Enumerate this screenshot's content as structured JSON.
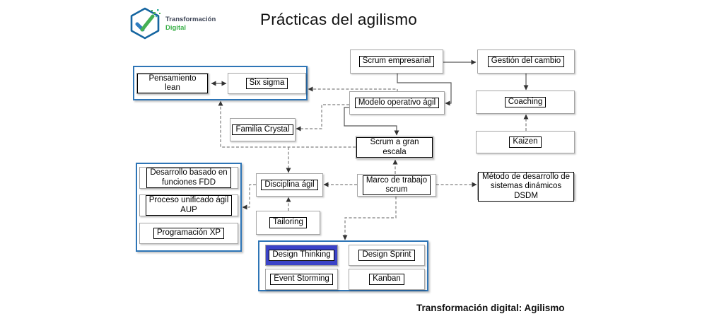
{
  "header": {
    "logo": {
      "line1": "Transformación",
      "line2": "Digital"
    },
    "title": "Prácticas del agilismo"
  },
  "nodes": {
    "scrum_empresarial": "Scrum empresarial",
    "gestion_del_cambio": "Gestión del cambio",
    "modelo_operativo_agil": "Modelo operativo ágil",
    "coaching": "Coaching",
    "kaizen": "Kaizen",
    "pensamiento_lean": "Pensamiento lean",
    "six_sigma": "Six sigma",
    "familia_crystal": "Familia Crystal",
    "scrum_a_gran_escala": "Scrum a gran escala",
    "disciplina_agil": "Disciplina ágil",
    "marco_de_trabajo_scrum": "Marco de trabajo\nscrum",
    "dsdm": "Método de desarrollo de\nsistemas dinámicos DSDM",
    "fdd": "Desarrollo basado en\nfunciones FDD",
    "aup": "Proceso unificado ágil\nAUP",
    "programacion_xp": "Programación XP",
    "tailoring": "Tailoring",
    "design_thinking": "Design Thinking",
    "design_sprint": "Design Sprint",
    "event_storming": "Event Storming",
    "kanban": "Kanban"
  },
  "footer": {
    "caption": "Transformación digital: Agilismo"
  },
  "colors": {
    "group_border": "#2e75b6",
    "highlight_fill": "#3b43c8",
    "box_border": "#a6a6a6",
    "inner_border": "#000000",
    "connector_dashed": "#7f7f7f",
    "connector_solid": "#595959",
    "logo_blue": "#1565a0",
    "logo_green": "#3cb04a"
  }
}
